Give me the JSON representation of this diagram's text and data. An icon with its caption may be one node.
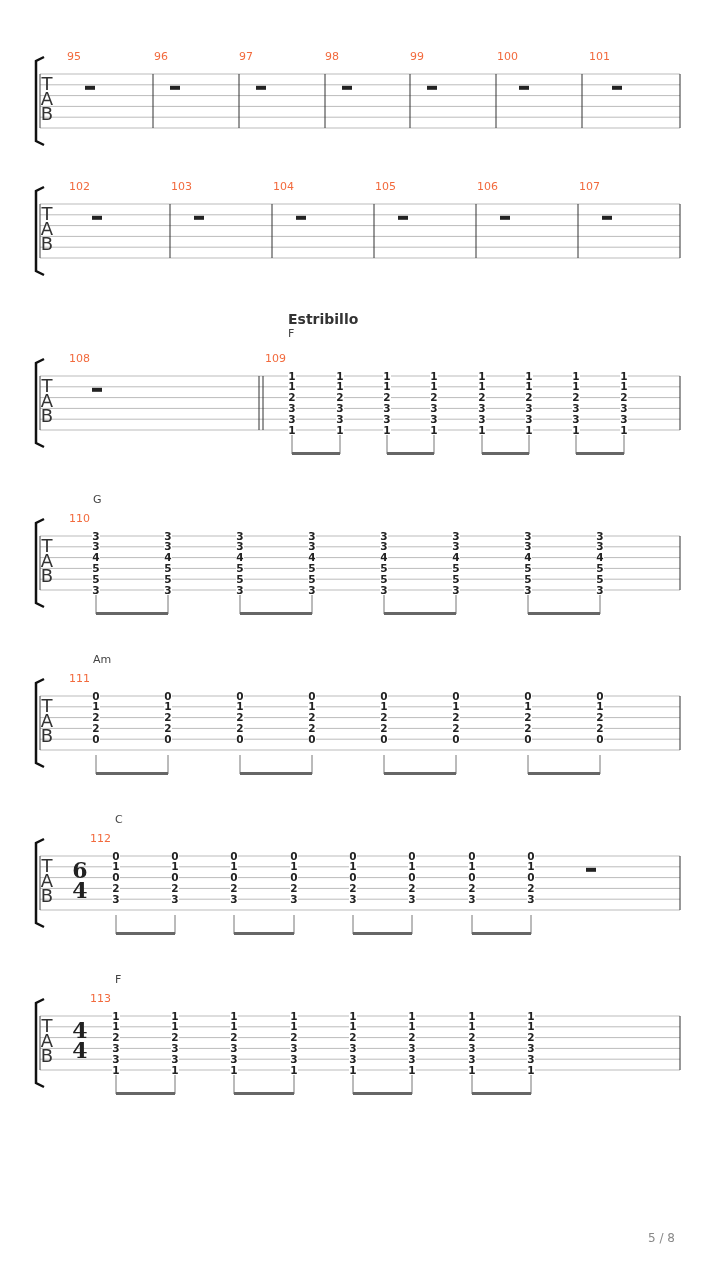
{
  "diagram": {
    "labels": [
      "95",
      "96",
      "97",
      "98",
      "99",
      "100",
      "101",
      "T A B",
      "102",
      "103",
      "104",
      "105",
      "106",
      "107",
      "T A B",
      "Estribillo",
      "F",
      "108",
      "109",
      "T A B",
      "1 1 2 3 3 1",
      "1 1 2 3 3 1",
      "1 1 2 3 3 1",
      "1 1 2 3 3 1",
      "1 1 2 3 3 1",
      "1 1 2 3 3 1",
      "1 1 2 3 3 1",
      "1 1 2 3 3 1",
      "G",
      "110",
      "T A B",
      "3 3 4 5 5 3",
      "3 3 4 5 5 3",
      "3 3 4 5 5 3",
      "3 3 4 5 5 3",
      "3 3 4 5 5 3",
      "3 3 4 5 5 3",
      "3 3 4 5 5 3",
      "3 3 4 5 5 3",
      "Am",
      "111",
      "T A B",
      "0 1 2 2 0",
      "0 1 2 2 0",
      "0 1 2 2 0",
      "0 1 2 2 0",
      "0 1 2 2 0",
      "0 1 2 2 0",
      "0 1 2 2 0",
      "0 1 2 2 0",
      "C",
      "112",
      "T A B",
      "6 4",
      "0 1 0 2 3",
      "0 1 0 2 3",
      "0 1 0 2 3",
      "0 1 0 2 3",
      "0 1 0 2 3",
      "0 1 0 2 3",
      "0 1 0 2 3",
      "0 1 0 2 3",
      "F",
      "113",
      "T A B",
      "4 4",
      "1 1 2 3 3 1",
      "1 1 2 3 3 1",
      "1 1 2 3 3 1",
      "1 1 2 3 3 1",
      "1 1 2 3 3 1",
      "1 1 2 3 3 1",
      "1 1 2 3 3 1",
      "1 1 2 3 3 1",
      "5 / 8"
    ]
  }
}
